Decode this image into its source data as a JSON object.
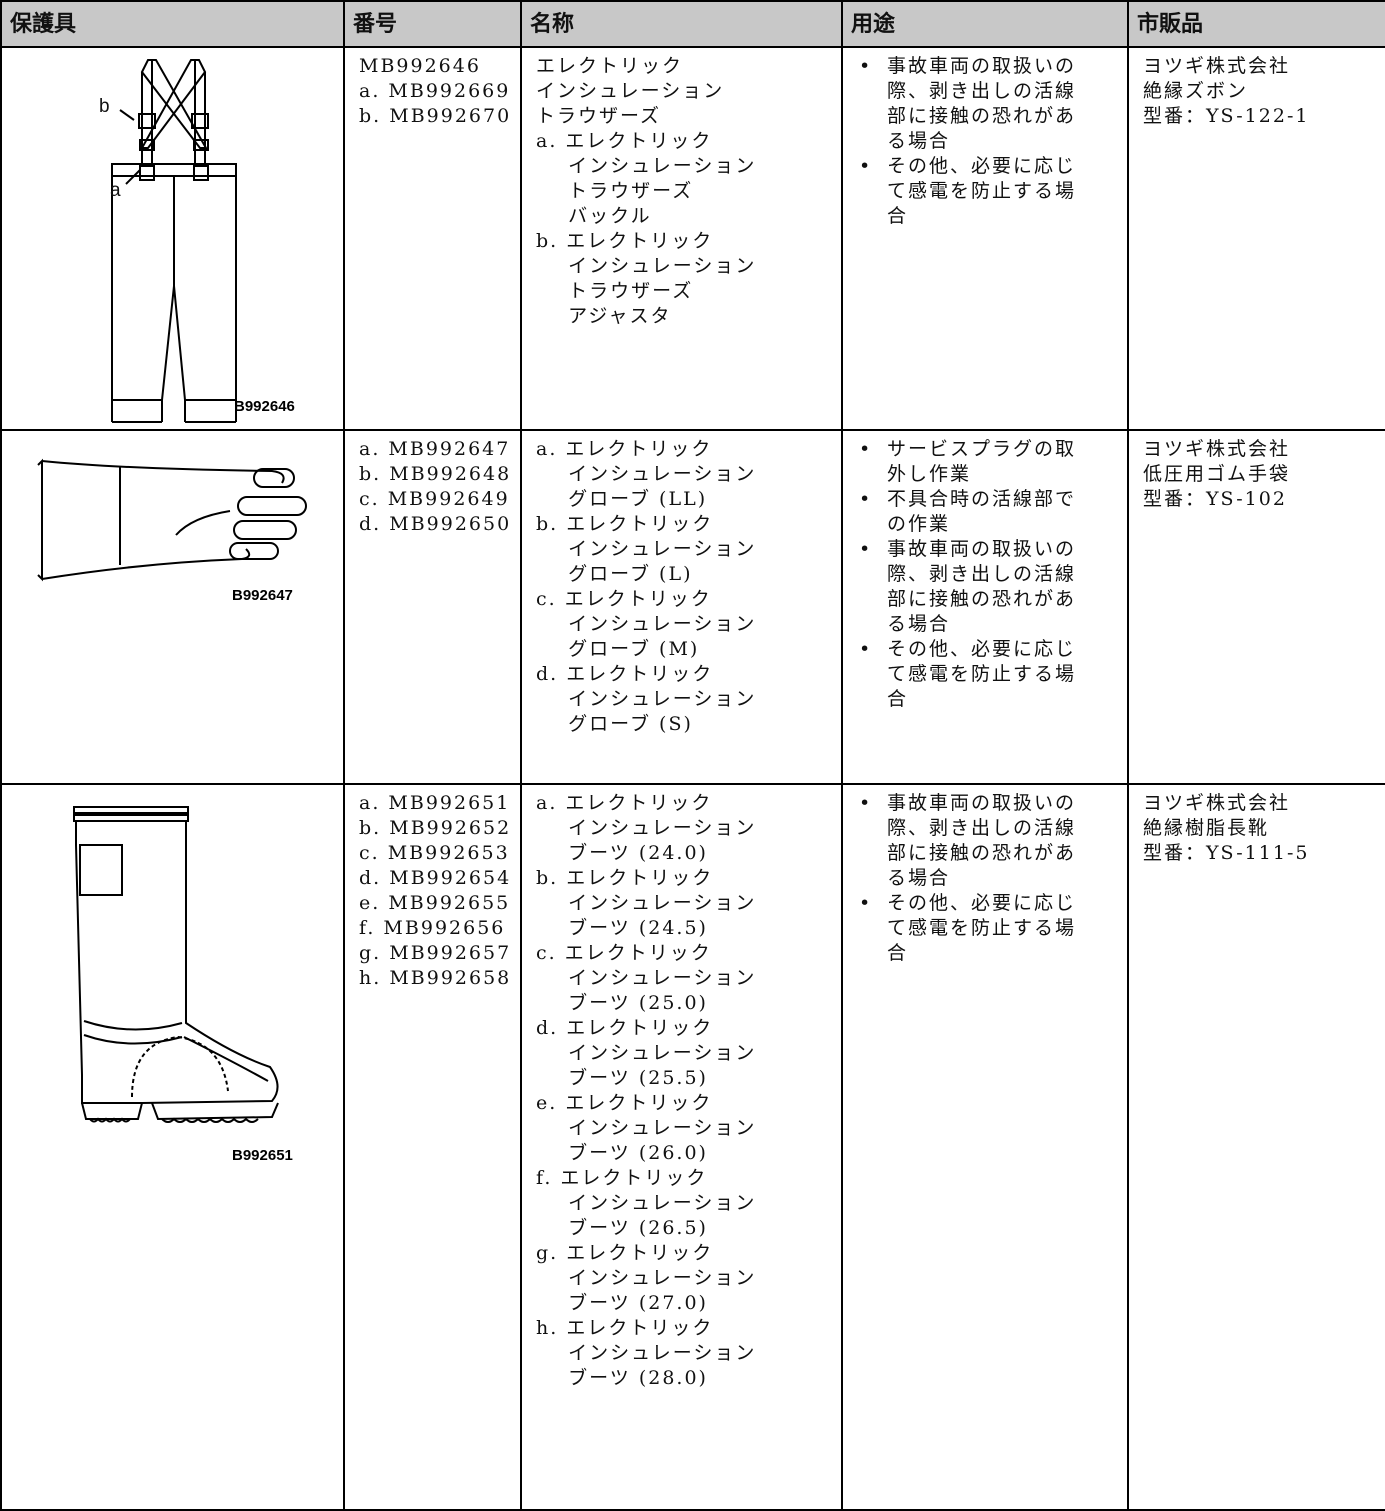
{
  "headers": {
    "equipment": "保護具",
    "number": "番号",
    "name": "名称",
    "use": "用途",
    "commercial": "市販品"
  },
  "rows": [
    {
      "figure_label": "B992646",
      "callout_a": "a",
      "callout_b": "b",
      "icon": "insulation-trousers-icon",
      "numbers": "MB992646\na. MB992669\nb. MB992670",
      "name": "エレクトリック\nインシュレーション\nトラウザーズ\na. エレクトリック\n    インシュレーション\n    トラウザーズ\n    バックル\nb. エレクトリック\n    インシュレーション\n    トラウザーズ\n    アジャスタ",
      "uses": [
        "事故車両の取扱いの\n際、剥き出しの活線\n部に接触の恐れがあ\nる場合",
        "その他、必要に応じ\nて感電を防止する場\n合"
      ],
      "commercial": "ヨツギ株式会社\n絶縁ズボン\n型番：YS-122-1"
    },
    {
      "figure_label": "B992647",
      "icon": "insulation-glove-icon",
      "numbers": "a. MB992647\nb. MB992648\nc. MB992649\nd. MB992650",
      "name": "a. エレクトリック\n    インシュレーション\n    グローブ (LL)\nb. エレクトリック\n    インシュレーション\n    グローブ (L)\nc. エレクトリック\n    インシュレーション\n    グローブ (M)\nd. エレクトリック\n    インシュレーション\n    グローブ (S)",
      "uses": [
        "サービスプラグの取\n外し作業",
        "不具合時の活線部で\nの作業",
        "事故車両の取扱いの\n際、剥き出しの活線\n部に接触の恐れがあ\nる場合",
        "その他、必要に応じ\nて感電を防止する場\n合"
      ],
      "commercial": "ヨツギ株式会社\n低圧用ゴム手袋\n型番：YS-102"
    },
    {
      "figure_label": "B992651",
      "icon": "insulation-boot-icon",
      "numbers": "a. MB992651\nb. MB992652\nc. MB992653\nd. MB992654\ne. MB992655\nf. MB992656\ng. MB992657\nh. MB992658",
      "name": "a. エレクトリック\n    インシュレーション\n    ブーツ (24.0)\nb. エレクトリック\n    インシュレーション\n    ブーツ (24.5)\nc. エレクトリック\n    インシュレーション\n    ブーツ (25.0)\nd. エレクトリック\n    インシュレーション\n    ブーツ (25.5)\ne. エレクトリック\n    インシュレーション\n    ブーツ (26.0)\nf. エレクトリック\n    インシュレーション\n    ブーツ (26.5)\ng. エレクトリック\n    インシュレーション\n    ブーツ (27.0)\nh. エレクトリック\n    インシュレーション\n    ブーツ (28.0)",
      "uses": [
        "事故車両の取扱いの\n際、剥き出しの活線\n部に接触の恐れがあ\nる場合",
        "その他、必要に応じ\nて感電を防止する場\n合"
      ],
      "commercial": "ヨツギ株式会社\n絶縁樹脂長靴\n型番：YS-111-5"
    }
  ]
}
